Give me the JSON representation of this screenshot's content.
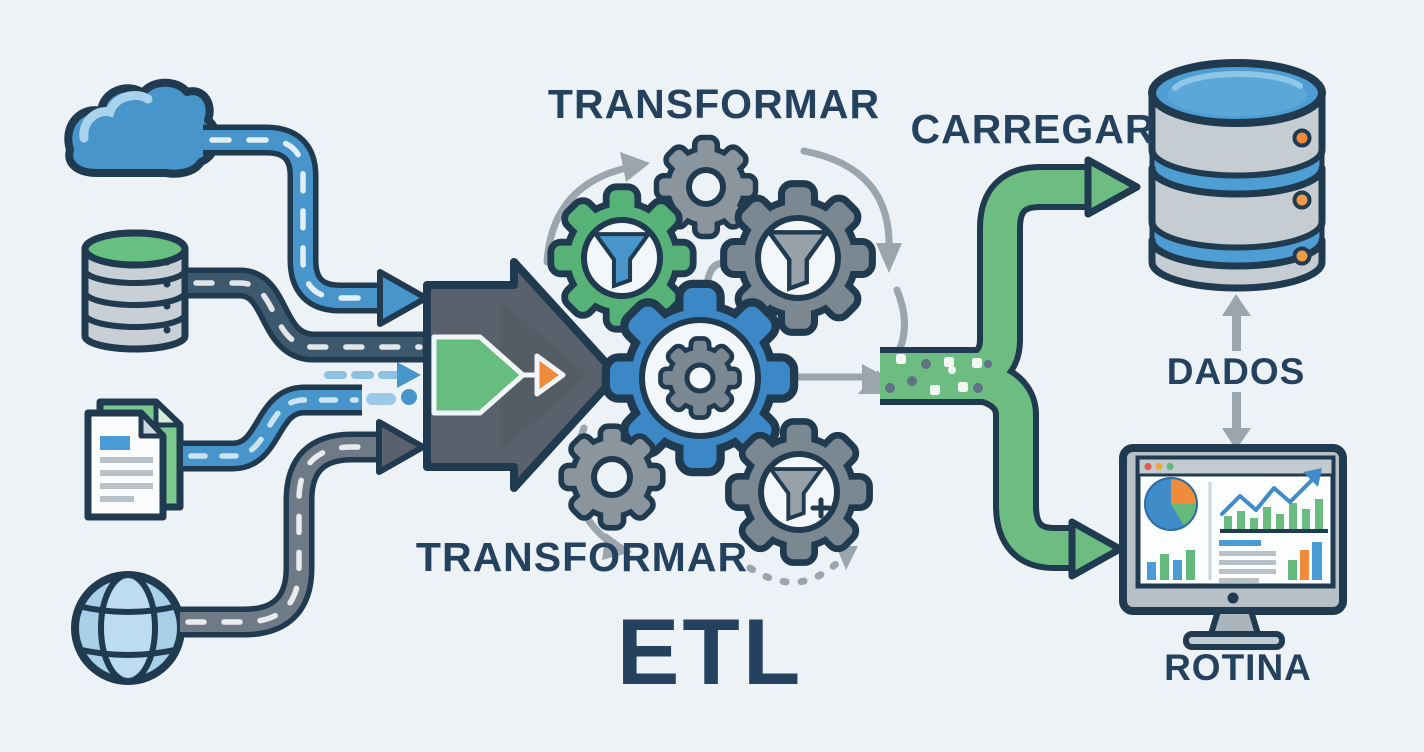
{
  "background": "#edf2f6",
  "labels": {
    "transformar_top": "TRANSFORMAR",
    "carregar": "CARREGAR",
    "transformar_bottom": "TRANSFORMAR",
    "etl": "ETL",
    "dados": "DADOS",
    "rotina": "ROTINA"
  },
  "colors": {
    "outline_navy": "#203a50",
    "text_navy": "#24425e",
    "blue": "#4795cb",
    "light_blue": "#a9d3ec",
    "pipe_dark": "#3e586e",
    "pipe_gray": "#6e7b87",
    "pipe_green": "#6dbd83",
    "slate": "#59626c",
    "gear_gray": "#8b959e",
    "gear_dark_gray": "#7b8791",
    "gear_green": "#57b277",
    "gear_blue": "#3c88c6",
    "orange": "#ef8b3a",
    "arrow_gray": "#9aa5ae",
    "db_top_blue": "#4f9ed3",
    "source_db_green": "#68c080"
  },
  "icons": {
    "sources": [
      "cloud-icon",
      "database-icon",
      "documents-icon",
      "globe-icon"
    ],
    "process": [
      "merge-funnel-arrow-icon",
      "gear-icon",
      "funnel-gear-icon",
      "plus-funnel-gear-icon"
    ],
    "targets": [
      "database-stack-icon",
      "dashboard-monitor-icon"
    ]
  }
}
